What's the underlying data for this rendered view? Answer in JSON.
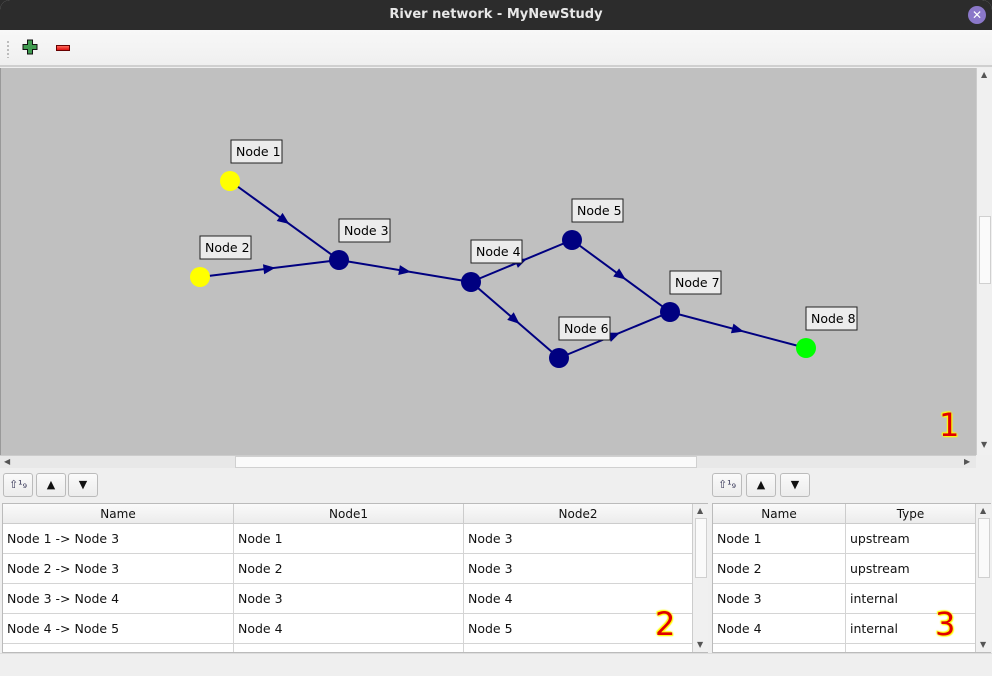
{
  "window": {
    "title": "River network - MyNewStudy",
    "close_icon": "close-icon"
  },
  "toolbar": {
    "add_icon": "plus-icon",
    "remove_icon": "minus-icon"
  },
  "graph": {
    "nodes": [
      {
        "name": "Node 1",
        "type": "upstream",
        "color": "#ffff00"
      },
      {
        "name": "Node 2",
        "type": "upstream",
        "color": "#ffff00"
      },
      {
        "name": "Node 3",
        "type": "internal",
        "color": "#000080"
      },
      {
        "name": "Node 4",
        "type": "internal",
        "color": "#000080"
      },
      {
        "name": "Node 5",
        "type": "internal",
        "color": "#000080"
      },
      {
        "name": "Node 6",
        "type": "internal",
        "color": "#000080"
      },
      {
        "name": "Node 7",
        "type": "internal",
        "color": "#000080"
      },
      {
        "name": "Node 8",
        "type": "downstream",
        "color": "#00ff00"
      }
    ],
    "edges": [
      [
        "Node 1",
        "Node 3"
      ],
      [
        "Node 2",
        "Node 3"
      ],
      [
        "Node 3",
        "Node 4"
      ],
      [
        "Node 4",
        "Node 5"
      ],
      [
        "Node 4",
        "Node 6"
      ],
      [
        "Node 5",
        "Node 7"
      ],
      [
        "Node 6",
        "Node 7"
      ],
      [
        "Node 7",
        "Node 8"
      ]
    ],
    "edge_color": "#000080",
    "background": "#c0c0c0"
  },
  "markers": {
    "one": "1",
    "two": "2",
    "three": "3"
  },
  "edges_table": {
    "columns": [
      "Name",
      "Node1",
      "Node2"
    ],
    "rows": [
      [
        "Node 1 -> Node 3",
        "Node 1",
        "Node 3"
      ],
      [
        "Node 2 -> Node 3",
        "Node 2",
        "Node 3"
      ],
      [
        "Node 3 -> Node 4",
        "Node 3",
        "Node 4"
      ],
      [
        "Node 4 -> Node 5",
        "Node 4",
        "Node 5"
      ]
    ]
  },
  "nodes_table": {
    "columns": [
      "Name",
      "Type"
    ],
    "rows": [
      [
        "Node 1",
        "upstream"
      ],
      [
        "Node 2",
        "upstream"
      ],
      [
        "Node 3",
        "internal"
      ],
      [
        "Node 4",
        "internal"
      ]
    ]
  }
}
